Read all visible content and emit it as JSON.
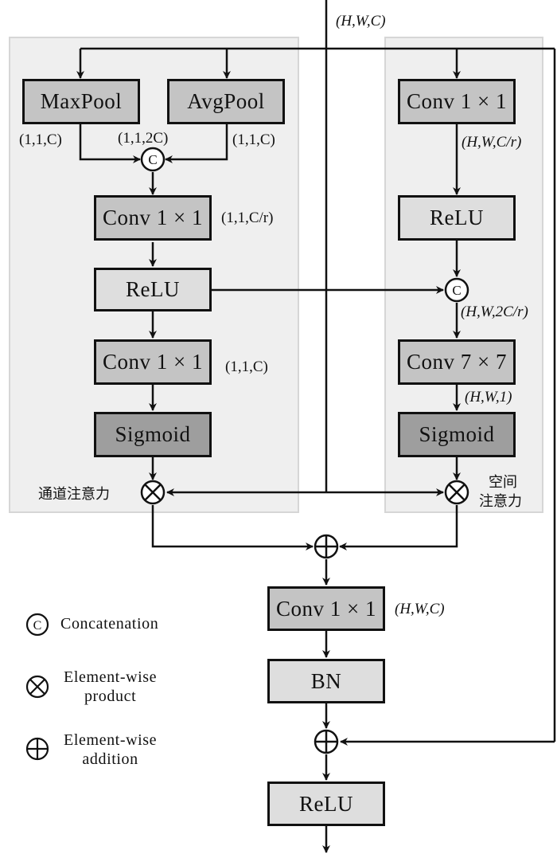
{
  "input_dim": "(H,W,C)",
  "channel_branch": {
    "label": "通道注意力",
    "maxpool": "MaxPool",
    "avgpool": "AvgPool",
    "maxpool_out": "(1,1,C)",
    "avgpool_out": "(1,1,C)",
    "concat_out": "(1,1,2C)",
    "conv1": "Conv 1 × 1",
    "conv1_out": "(1,1,C/r)",
    "relu": "ReLU",
    "conv2": "Conv 1 × 1",
    "conv2_out": "(1,1,C)",
    "sigmoid": "Sigmoid"
  },
  "spatial_branch": {
    "label_line1": "空间",
    "label_line2": "注意力",
    "conv1": "Conv 1 × 1",
    "conv1_out": "(H,W,C/r)",
    "relu": "ReLU",
    "concat_out": "(H,W,2C/r)",
    "conv7": "Conv 7 × 7",
    "conv7_out": "(H,W,1)",
    "sigmoid": "Sigmoid"
  },
  "fusion": {
    "conv": "Conv 1 × 1",
    "conv_out": "(H,W,C)",
    "bn": "BN",
    "relu": "ReLU"
  },
  "symbols": {
    "concat": "C"
  },
  "legend": [
    {
      "symbol": "concat-icon",
      "line1": "Concatenation",
      "line2": ""
    },
    {
      "symbol": "product-icon",
      "line1": "Element-wise",
      "line2": "product"
    },
    {
      "symbol": "addition-icon",
      "line1": "Element-wise",
      "line2": "addition"
    }
  ]
}
